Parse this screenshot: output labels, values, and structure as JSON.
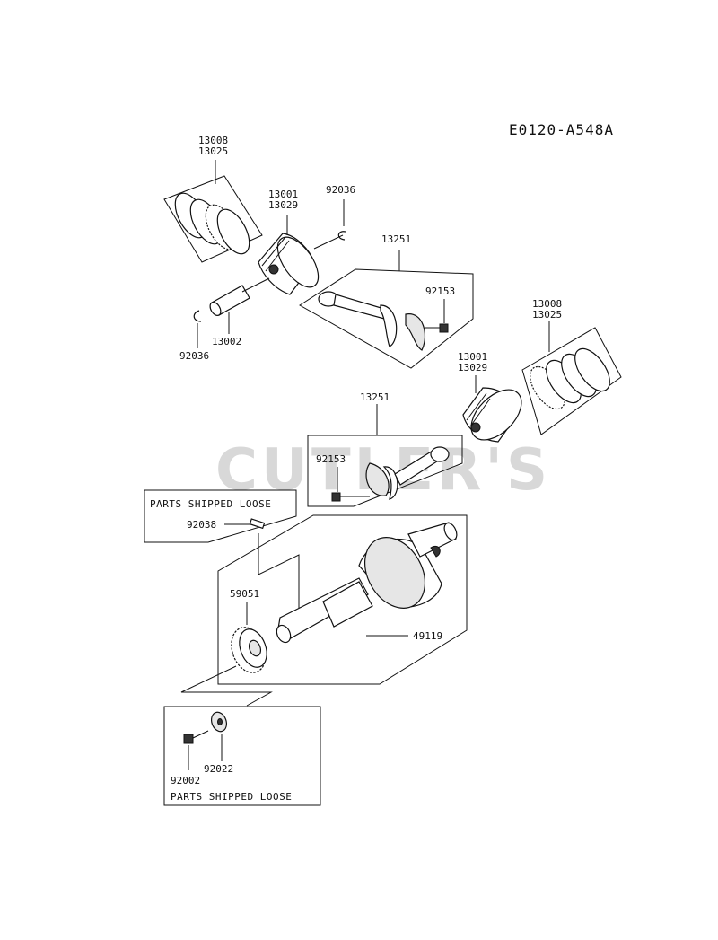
{
  "diagram_code": "E0120-A548A",
  "watermark": "CUTLER'S",
  "labels": {
    "ring_set_a_1": "13008",
    "ring_set_a_2": "13025",
    "piston_a_1": "13001",
    "piston_a_2": "13029",
    "clip_a_top": "92036",
    "clip_a_bottom": "92036",
    "pin": "13002",
    "rod_a": "13251",
    "bolt_a": "92153",
    "ring_set_b_1": "13008",
    "ring_set_b_2": "13025",
    "piston_b_1": "13001",
    "piston_b_2": "13029",
    "rod_b": "13251",
    "bolt_b": "92153",
    "key": "92038",
    "gear": "59051",
    "crankshaft": "49119",
    "bolt_c": "92002",
    "washer": "92022"
  },
  "notes": {
    "loose_top": "PARTS SHIPPED LOOSE",
    "loose_bottom": "PARTS SHIPPED LOOSE"
  }
}
